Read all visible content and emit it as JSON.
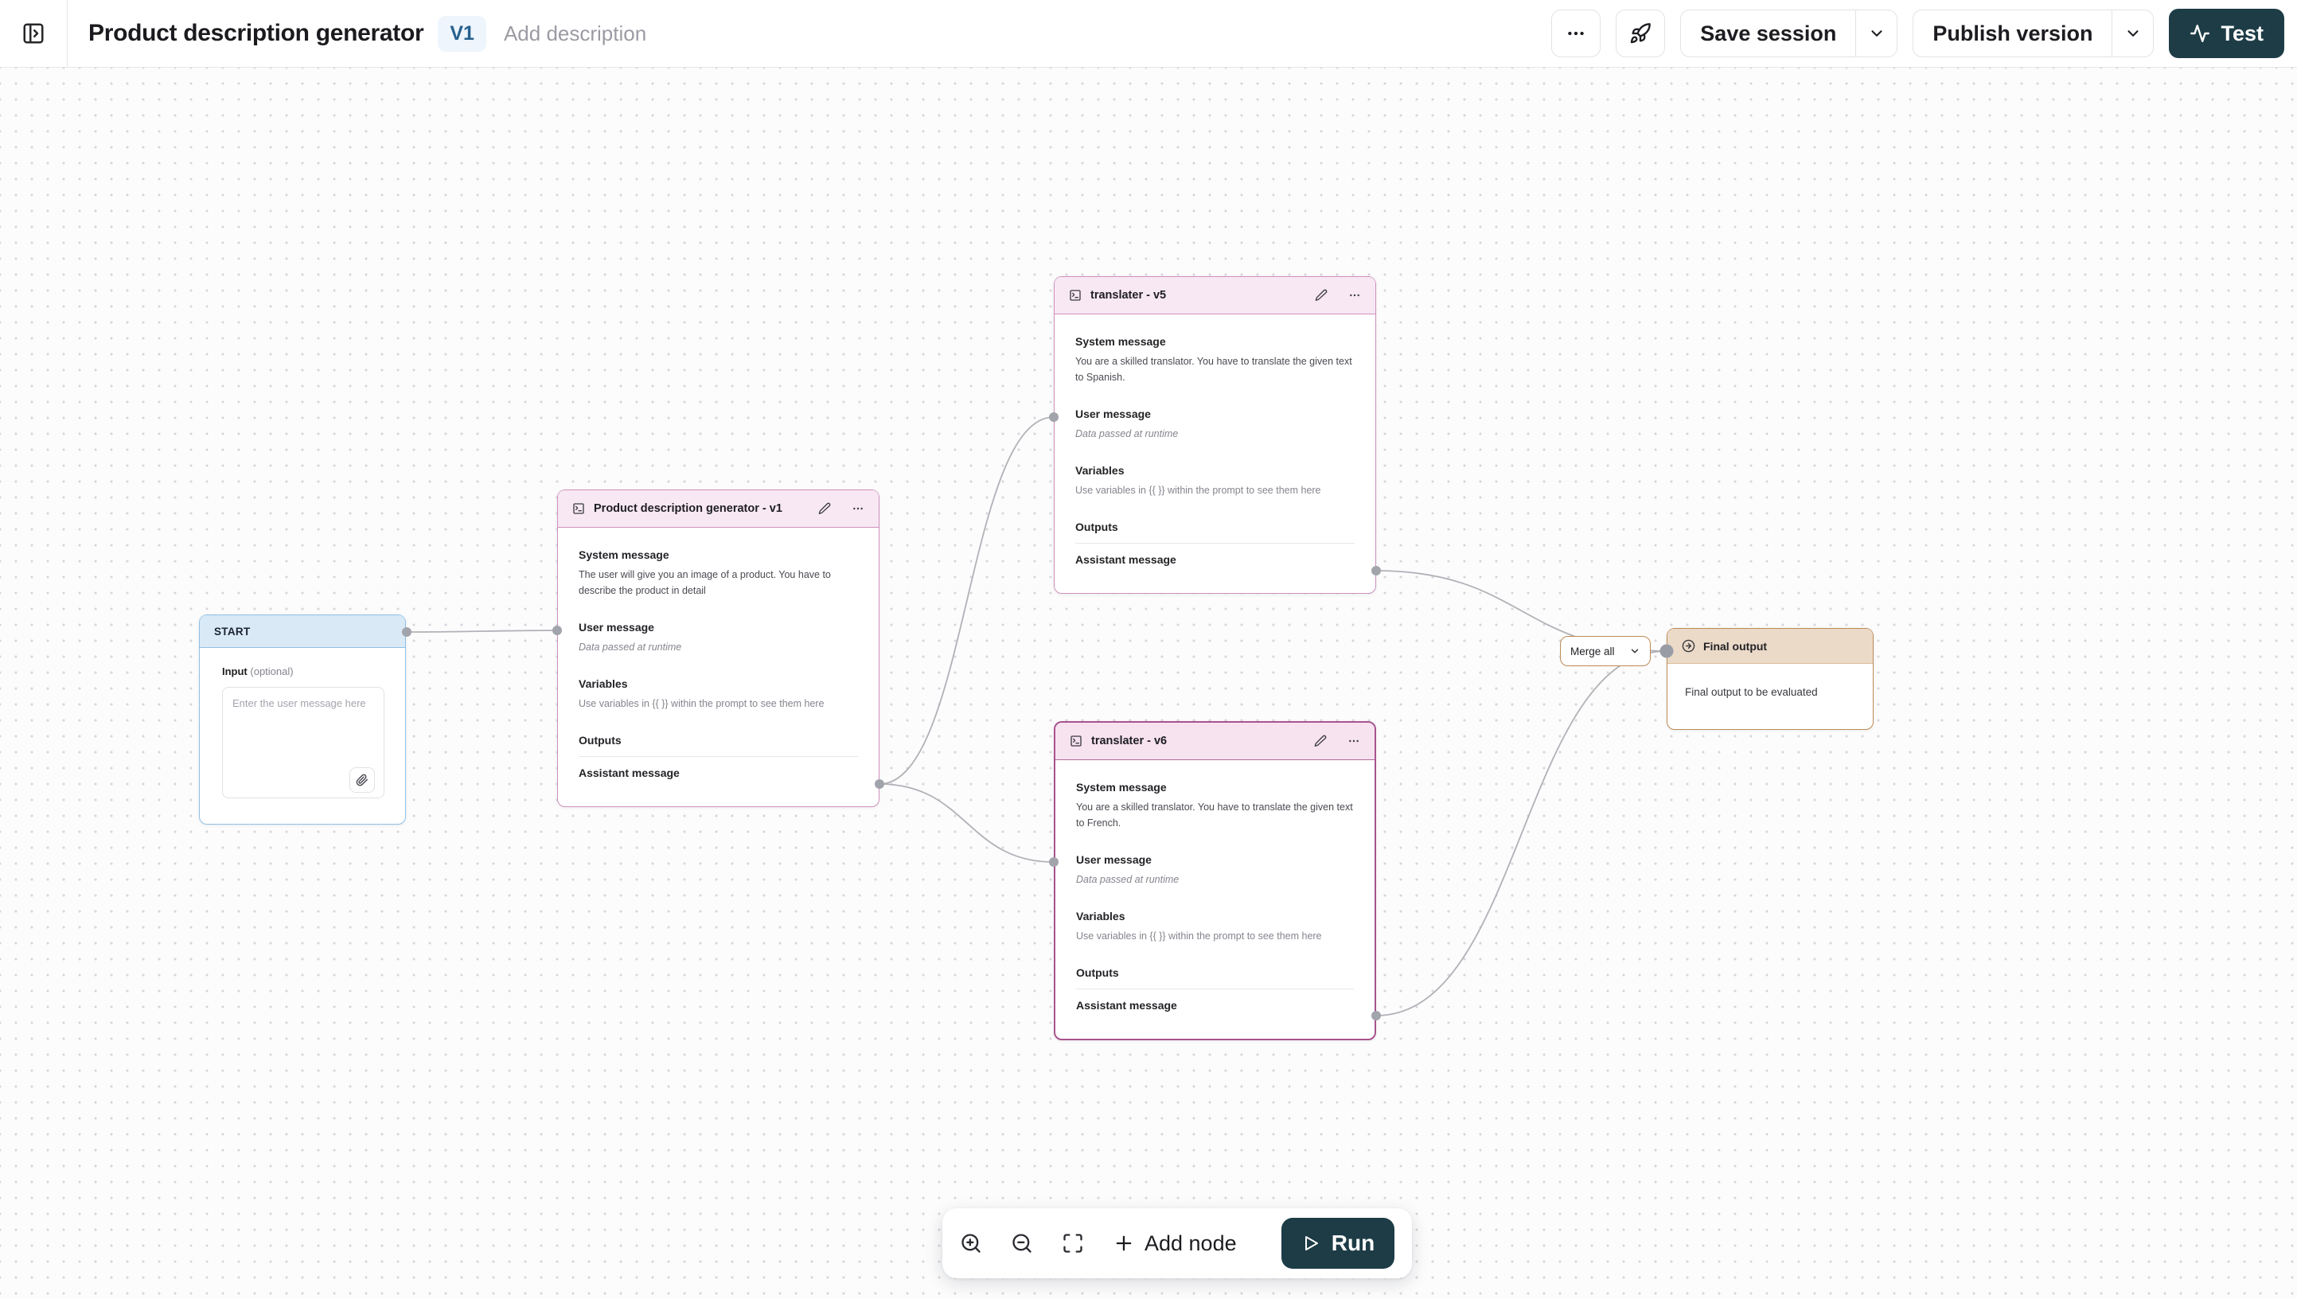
{
  "header": {
    "title": "Product description generator",
    "version_badge": "V1",
    "add_description_label": "Add description",
    "save_session_label": "Save session",
    "publish_version_label": "Publish version",
    "test_label": "Test"
  },
  "canvas": {
    "start_node": {
      "title": "START",
      "input_label": "Input",
      "input_optional_label": "(optional)",
      "input_placeholder": "Enter the user message here"
    },
    "prompt_nodes": [
      {
        "title": "Product description generator - v1",
        "system_label": "System message",
        "system_text": "The user will give you an image of a product. You have to describe the product in detail",
        "user_label": "User message",
        "user_text": "Data passed at runtime",
        "variables_label": "Variables",
        "variables_text": "Use variables in {{ }} within the prompt to see them here",
        "outputs_label": "Outputs",
        "assistant_label": "Assistant message"
      },
      {
        "title": "translater - v5",
        "system_label": "System message",
        "system_text": "You are a skilled translator. You have to translate the given text to Spanish.",
        "user_label": "User message",
        "user_text": "Data passed at runtime",
        "variables_label": "Variables",
        "variables_text": "Use variables in {{ }} within the prompt to see them here",
        "outputs_label": "Outputs",
        "assistant_label": "Assistant message"
      },
      {
        "title": "translater - v6",
        "system_label": "System message",
        "system_text": "You are a skilled translator. You have to translate the given text to French.",
        "user_label": "User message",
        "user_text": "Data passed at runtime",
        "variables_label": "Variables",
        "variables_text": "Use variables in {{ }} within the prompt to see them here",
        "outputs_label": "Outputs",
        "assistant_label": "Assistant message"
      }
    ],
    "merge_selector": {
      "value": "Merge all"
    },
    "final_node": {
      "title": "Final output",
      "description": "Final output to be evaluated"
    }
  },
  "toolbar": {
    "add_node_label": "Add node",
    "run_label": "Run"
  },
  "colors": {
    "accent_dark_teal": "#1d3c46",
    "prompt_node_border": "#cf90bd",
    "prompt_node_selected_border": "#a8538e",
    "prompt_node_header_bg": "#f8e8f3",
    "start_node_border": "#8fc0e6",
    "start_node_header_bg": "#d9e9f6",
    "final_node_border": "#bd8a55",
    "final_node_header_bg": "#ebdac8",
    "version_badge_bg": "#eef5fc",
    "version_badge_text": "#27618f",
    "edge_color": "#b1b1b8"
  },
  "icons": [
    "panel-left-toggle-icon",
    "more-options-icon",
    "rocket-icon",
    "chevron-down-icon",
    "activity-icon",
    "square-terminal-icon",
    "pencil-icon",
    "node-menu-ellipsis-icon",
    "arrow-right-circle-icon",
    "paperclip-icon",
    "zoom-in-icon",
    "zoom-out-icon",
    "fit-view-icon",
    "plus-icon",
    "play-icon"
  ]
}
